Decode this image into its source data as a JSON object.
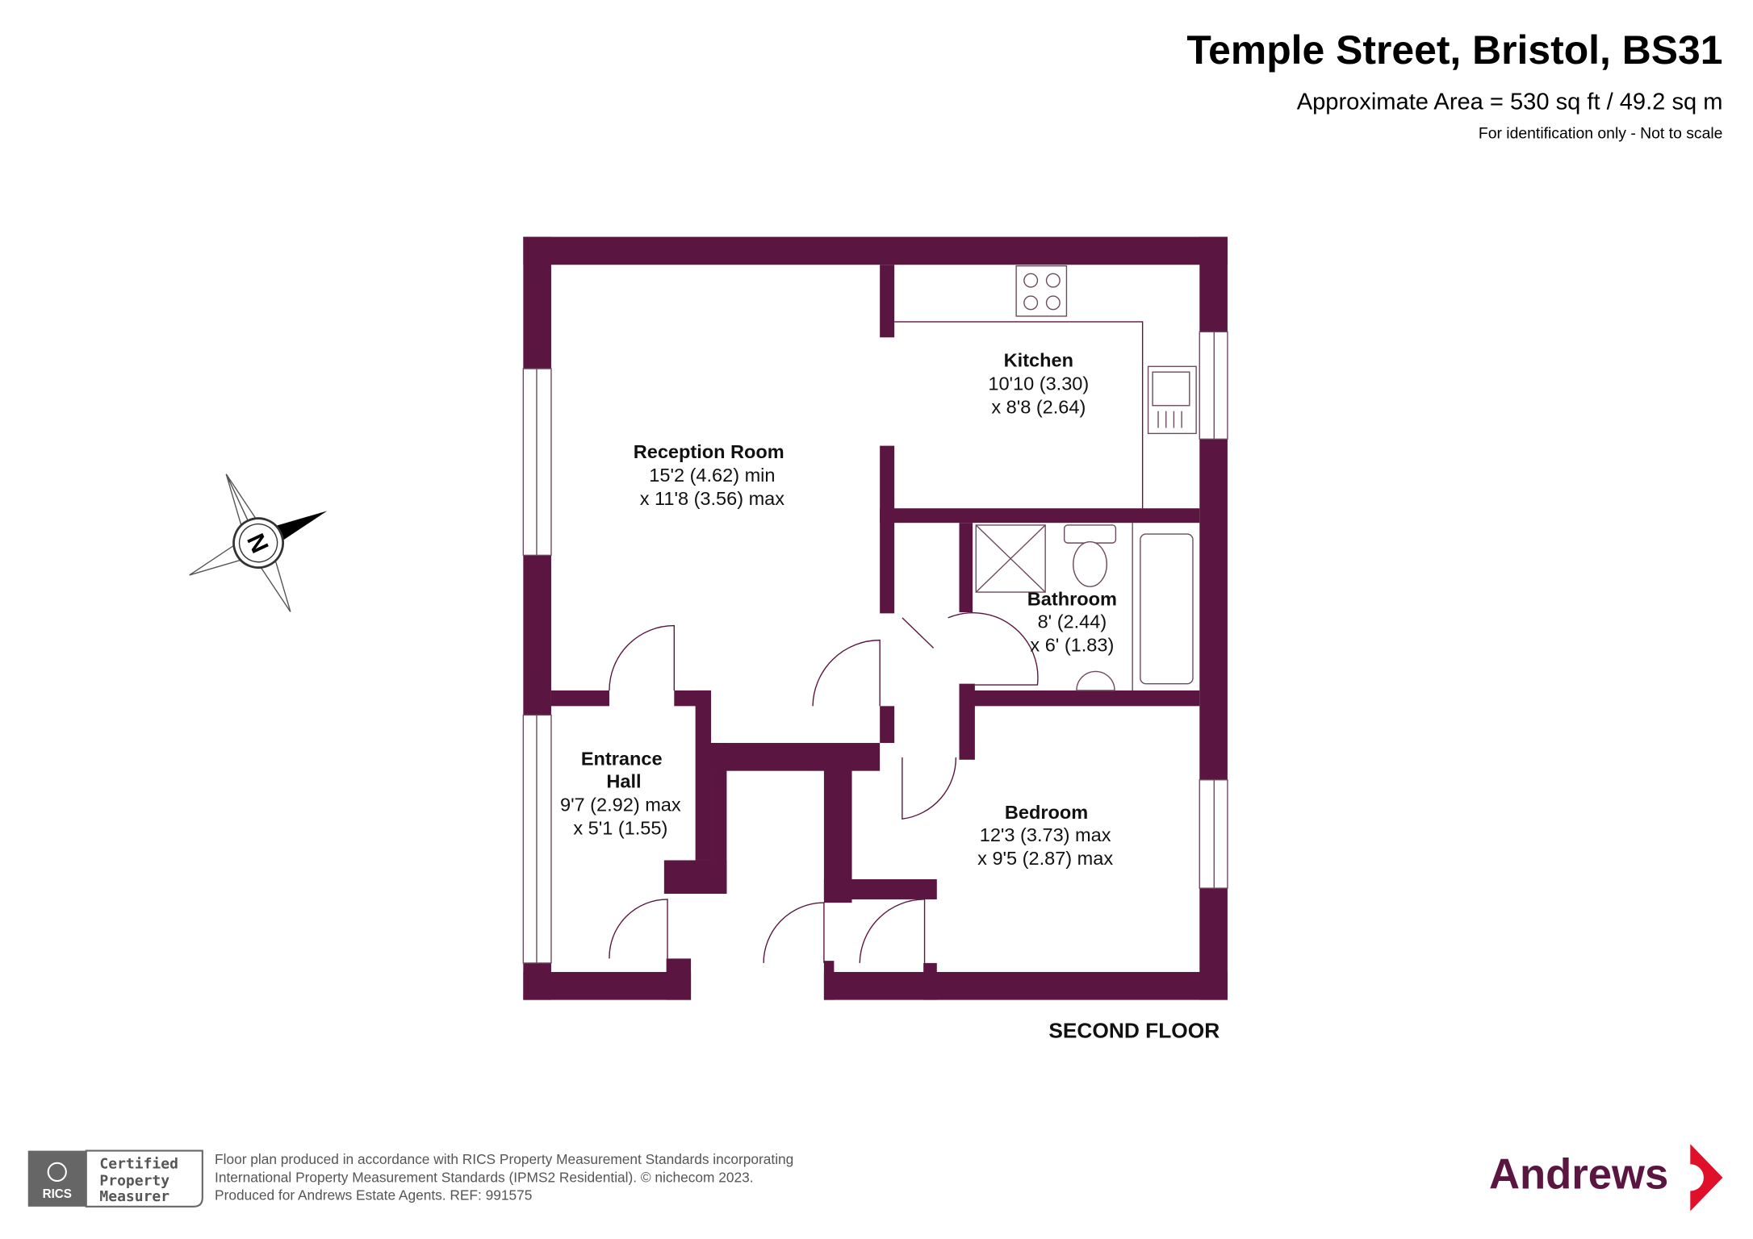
{
  "header": {
    "title": "Temple Street, Bristol, BS31",
    "area": "Approximate Area = 530 sq ft / 49.2 sq m",
    "disclaimer": "For identification only - Not to scale"
  },
  "compass": {
    "label": "N"
  },
  "rooms": [
    {
      "name": "Reception Room",
      "dim1": "15'2 (4.62) min",
      "dim2": "x 11'8 (3.56) max"
    },
    {
      "name": "Kitchen",
      "dim1": "10'10 (3.30)",
      "dim2": "x 8'8 (2.64)"
    },
    {
      "name": "Bathroom",
      "dim1": "8' (2.44)",
      "dim2": "x 6' (1.83)"
    },
    {
      "name": "Entrance",
      "name2": "Hall",
      "dim1": "9'7 (2.92) max",
      "dim2": "x 5'1 (1.55)"
    },
    {
      "name": "Bedroom",
      "dim1": "12'3 (3.73) max",
      "dim2": "x 9'5 (2.87) max"
    }
  ],
  "floor_label": "SECOND FLOOR",
  "footer": {
    "badge": {
      "brand": "RICS",
      "line1": "Certified",
      "line2": "Property",
      "line3": "Measurer"
    },
    "lines": [
      "Floor plan produced in accordance with RICS Property Measurement Standards incorporating",
      "International Property Measurement Standards (IPMS2 Residential).   © nichecom 2023.",
      "Produced for Andrews Estate Agents.   REF:  991575"
    ],
    "logo": "Andrews"
  },
  "colors": {
    "wall": "#5a1640",
    "logo_text": "#5a1640",
    "logo_arrow": "#e0102a"
  }
}
